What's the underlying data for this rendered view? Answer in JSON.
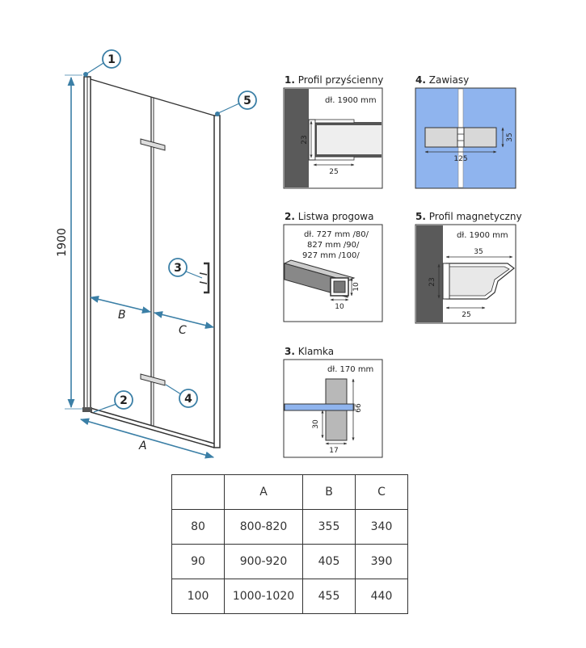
{
  "callouts": [
    "1",
    "2",
    "3",
    "4",
    "5"
  ],
  "main_dims": {
    "height": "1900",
    "a": "A",
    "b": "B",
    "c": "C"
  },
  "details": {
    "profil_przyscienny": {
      "num": "1.",
      "title": "Profil przyścienny",
      "note": "dł. 1900 mm",
      "h": "23",
      "w": "25"
    },
    "listwa_progowa": {
      "num": "2.",
      "title": "Listwa progowa",
      "note1": "dł. 727 mm /80/",
      "note2": "827 mm /90/",
      "note3": "927 mm /100/",
      "h": "10",
      "w": "10"
    },
    "klamka": {
      "num": "3.",
      "title": "Klamka",
      "note": "dł. 170 mm",
      "h1": "30",
      "h2": "66",
      "w": "17"
    },
    "zawiasy": {
      "num": "4.",
      "title": "Zawiasy",
      "h": "35",
      "w": "125"
    },
    "profil_magnetyczny": {
      "num": "5.",
      "title": "Profil magnetyczny",
      "note": "dł. 1900 mm",
      "w1": "35",
      "h": "23",
      "w2": "25"
    }
  },
  "table": {
    "headers": [
      "",
      "A",
      "B",
      "C"
    ],
    "rows": [
      [
        "80",
        "800-820",
        "355",
        "340"
      ],
      [
        "90",
        "900-920",
        "405",
        "390"
      ],
      [
        "100",
        "1000-1020",
        "455",
        "440"
      ]
    ]
  },
  "colors": {
    "dim": "#3b7fa6",
    "wall": "#5a5a5a",
    "tile_blue": "#8fb4ee",
    "frame": "#333333"
  }
}
